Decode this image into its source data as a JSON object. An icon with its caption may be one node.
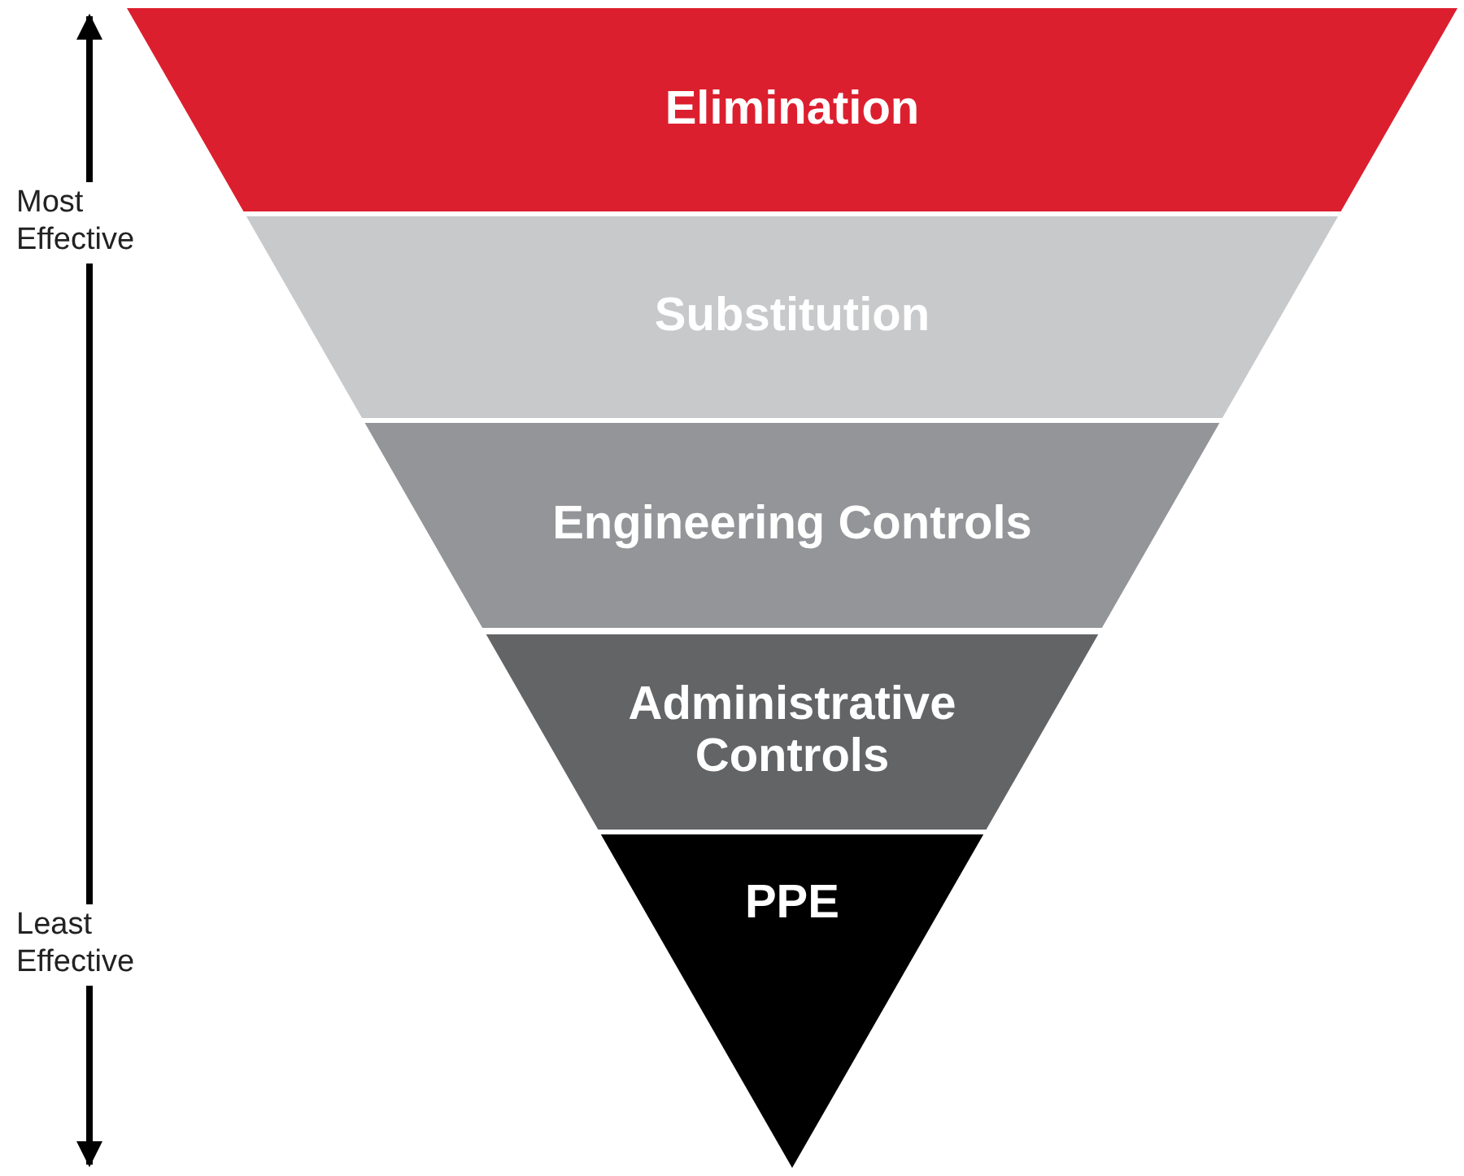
{
  "diagram": {
    "nodes": [
      {
        "text": [
          "Elimination"
        ]
      },
      {
        "text": [
          "Substitution"
        ]
      },
      {
        "text": [
          "Engineering Controls"
        ]
      },
      {
        "text": [
          "Administrative Controls"
        ]
      },
      {
        "text": [
          "PPE"
        ]
      }
    ],
    "labels": [
      "Most Effective",
      "Least Effective"
    ]
  }
}
